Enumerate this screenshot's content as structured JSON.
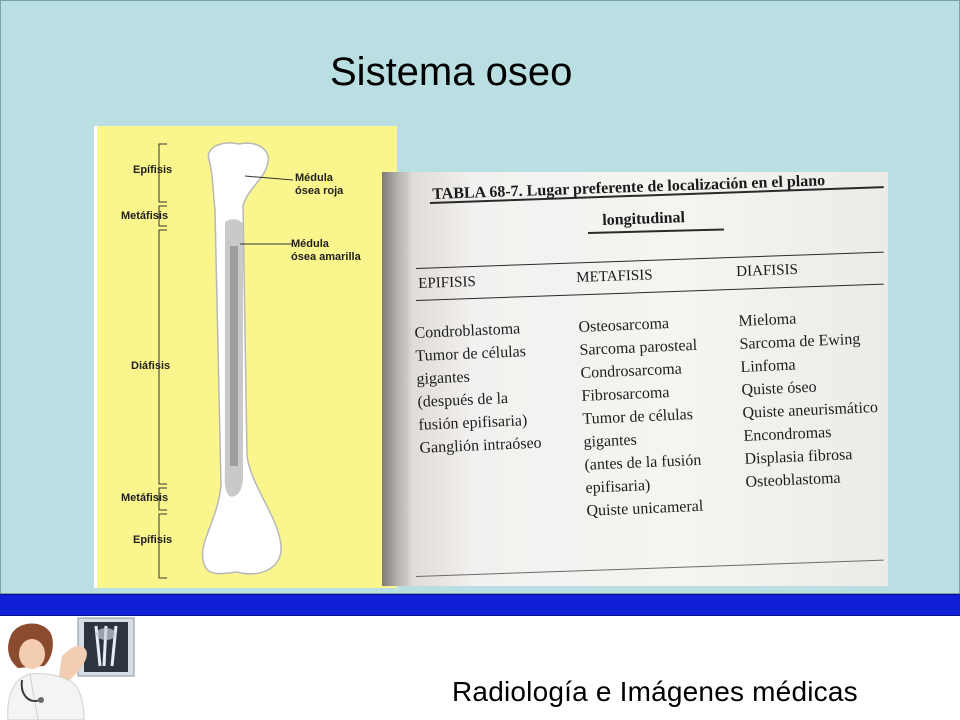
{
  "slide": {
    "title": "Sistema oseo",
    "footer": "Radiología e Imágenes médicas"
  },
  "bone_diagram": {
    "labels": {
      "epifisis_top": "Epífisis",
      "metafisis_top": "Metáfisis",
      "diafisis": "Diáfisis",
      "metafisis_bottom": "Metáfisis",
      "epifisis_bottom": "Epífisis",
      "medula_roja": "Médula\nósea roja",
      "medula_amarilla": "Médula\nósea amarilla"
    }
  },
  "table": {
    "title_line1": "TABLA 68-7.   Lugar preferente de localización en el plano",
    "title_line2": "longitudinal",
    "headers": [
      "EPIFISIS",
      "METAFISIS",
      "DIAFISIS"
    ],
    "epifisis": [
      "Condroblastoma",
      "Tumor de células",
      "gigantes",
      "(después de la",
      "fusión epifisaria)",
      "Ganglión intraóseo"
    ],
    "metafisis": [
      "Osteosarcoma",
      "Sarcoma parosteal",
      "Condrosarcoma",
      "Fibrosarcoma",
      "Tumor de células",
      "gigantes",
      "(antes de la fusión",
      "epifisaria)",
      "Quiste unicameral"
    ],
    "diafisis": [
      "Mieloma",
      "Sarcoma de Ewing",
      "Linfoma",
      "Quiste óseo",
      "Quiste aneurismático",
      "Encondromas",
      "Displasia fibrosa",
      "Osteoblastoma"
    ]
  },
  "colors": {
    "slide_background": "#b9dfe2",
    "band": "#0e1fd6",
    "bone_panel": "#fbf58d"
  }
}
